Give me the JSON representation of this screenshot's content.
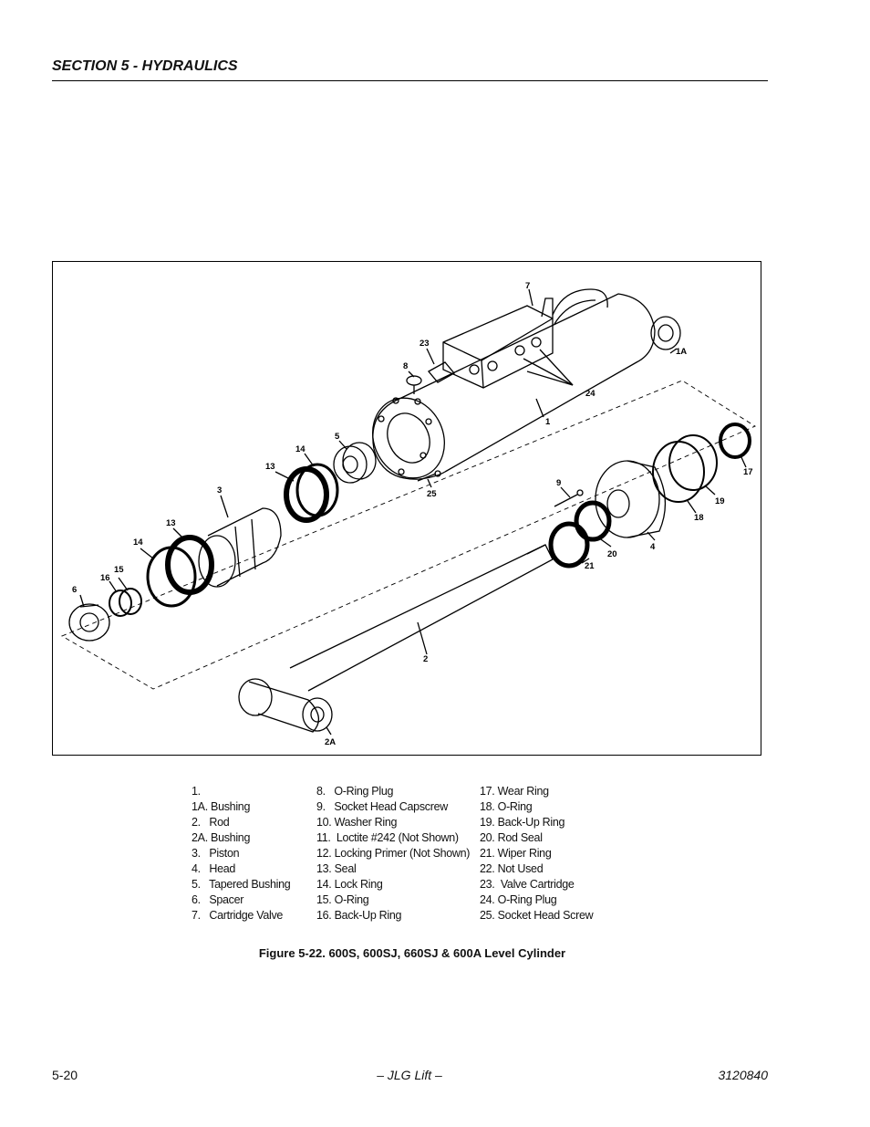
{
  "header": {
    "section_title": "SECTION 5 - HYDRAULICS"
  },
  "figure": {
    "callouts": {
      "c7": "7",
      "c1A": "1A",
      "c23": "23",
      "c8": "8",
      "c24": "24",
      "c1": "1",
      "c5": "5",
      "c14a": "14",
      "c13a": "13",
      "c25": "25",
      "c3": "3",
      "c13b": "13",
      "c14b": "14",
      "c15": "15",
      "c16": "16",
      "c6": "6",
      "c9": "9",
      "c17": "17",
      "c19": "19",
      "c18": "18",
      "c4": "4",
      "c20": "20",
      "c21": "21",
      "c2": "2",
      "c2A": "2A"
    },
    "legend": {
      "col1": [
        "1.",
        "1A. Bushing",
        "2.   Rod",
        "2A. Bushing",
        "3.   Piston",
        "4.   Head",
        "5.   Tapered Bushing",
        "6.   Spacer",
        "7.   Cartridge Valve"
      ],
      "col2": [
        "8.   O-Ring Plug",
        "9.   Socket Head Capscrew",
        "10. Washer Ring",
        "11.  Loctite #242 (Not Shown)",
        "12. Locking Primer (Not Shown)",
        "13. Seal",
        "14. Lock Ring",
        "15. O-Ring",
        "16. Back-Up Ring"
      ],
      "col3": [
        "17. Wear Ring",
        "18. O-Ring",
        "19. Back-Up Ring",
        "20. Rod Seal",
        "21. Wiper Ring",
        "22. Not Used",
        "23.  Valve Cartridge",
        "24. O-Ring Plug",
        "25. Socket Head Screw"
      ]
    },
    "caption": "Figure 5-22.  600S, 600SJ, 660SJ & 600A Level Cylinder"
  },
  "footer": {
    "page_number": "5-20",
    "center": "– JLG Lift –",
    "doc_number": "3120840"
  }
}
